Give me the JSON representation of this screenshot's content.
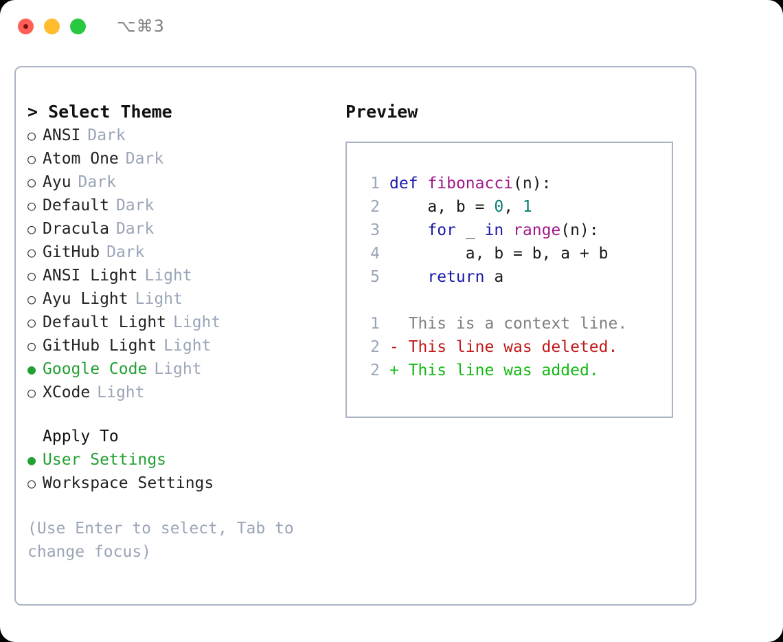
{
  "window": {
    "title": "⌥⌘3",
    "controls": [
      {
        "name": "close",
        "color": "#ff5f57"
      },
      {
        "name": "minimize",
        "color": "#febc2e"
      },
      {
        "name": "zoom",
        "color": "#28c840"
      }
    ]
  },
  "left": {
    "header": "> Select Theme",
    "themes": [
      {
        "marker": "○",
        "label": "ANSI",
        "tag": "Dark",
        "selected": false
      },
      {
        "marker": "○",
        "label": "Atom One",
        "tag": "Dark",
        "selected": false
      },
      {
        "marker": "○",
        "label": "Ayu",
        "tag": "Dark",
        "selected": false
      },
      {
        "marker": "○",
        "label": "Default",
        "tag": "Dark",
        "selected": false
      },
      {
        "marker": "○",
        "label": "Dracula",
        "tag": "Dark",
        "selected": false
      },
      {
        "marker": "○",
        "label": "GitHub",
        "tag": "Dark",
        "selected": false
      },
      {
        "marker": "○",
        "label": "ANSI Light",
        "tag": "Light",
        "selected": false
      },
      {
        "marker": "○",
        "label": "Ayu Light",
        "tag": "Light",
        "selected": false
      },
      {
        "marker": "○",
        "label": "Default Light",
        "tag": "Light",
        "selected": false
      },
      {
        "marker": "○",
        "label": "GitHub Light",
        "tag": "Light",
        "selected": false
      },
      {
        "marker": "●",
        "label": "Google Code",
        "tag": "Light",
        "selected": true
      },
      {
        "marker": "○",
        "label": "XCode",
        "tag": "Light",
        "selected": false
      }
    ],
    "apply_to": {
      "header": "Apply To",
      "options": [
        {
          "marker": "●",
          "label": "User Settings",
          "selected": true
        },
        {
          "marker": "○",
          "label": "Workspace Settings",
          "selected": false
        }
      ]
    },
    "hint": "(Use Enter to select, Tab to change focus)"
  },
  "right": {
    "title": "Preview",
    "code_lines": [
      {
        "no": "1",
        "tokens": [
          {
            "t": "def",
            "c": "kw"
          },
          {
            "t": " ",
            "c": "pun"
          },
          {
            "t": "fibonacci",
            "c": "fn"
          },
          {
            "t": "(n):",
            "c": "pun"
          }
        ]
      },
      {
        "no": "2",
        "tokens": [
          {
            "t": "    a, b = ",
            "c": "pun"
          },
          {
            "t": "0",
            "c": "num"
          },
          {
            "t": ", ",
            "c": "pun"
          },
          {
            "t": "1",
            "c": "num"
          }
        ]
      },
      {
        "no": "3",
        "tokens": [
          {
            "t": "    ",
            "c": "pun"
          },
          {
            "t": "for",
            "c": "kw"
          },
          {
            "t": " _ ",
            "c": "pun"
          },
          {
            "t": "in",
            "c": "kw"
          },
          {
            "t": " ",
            "c": "pun"
          },
          {
            "t": "range",
            "c": "fn"
          },
          {
            "t": "(n):",
            "c": "pun"
          }
        ]
      },
      {
        "no": "4",
        "tokens": [
          {
            "t": "        a, b = b, a + b",
            "c": "pun"
          }
        ]
      },
      {
        "no": "5",
        "tokens": [
          {
            "t": "    ",
            "c": "pun"
          },
          {
            "t": "return",
            "c": "kw"
          },
          {
            "t": " a",
            "c": "pun"
          }
        ]
      }
    ],
    "diff_lines": [
      {
        "no": "1",
        "text": "  This is a context line.",
        "kind": "ctx"
      },
      {
        "no": "2",
        "text": "- This line was deleted.",
        "kind": "del"
      },
      {
        "no": "2",
        "text": "+ This line was added.",
        "kind": "add"
      }
    ]
  },
  "colors": {
    "accent_green": "#22a033",
    "tag_gray": "#9aa5b8",
    "border": "#a9b4c4",
    "keyword": "#1a1aa8",
    "function": "#a11a8c",
    "number": "#0a7d72",
    "diff_deleted": "#c01a1a",
    "diff_added": "#12b812",
    "context": "#808080"
  }
}
